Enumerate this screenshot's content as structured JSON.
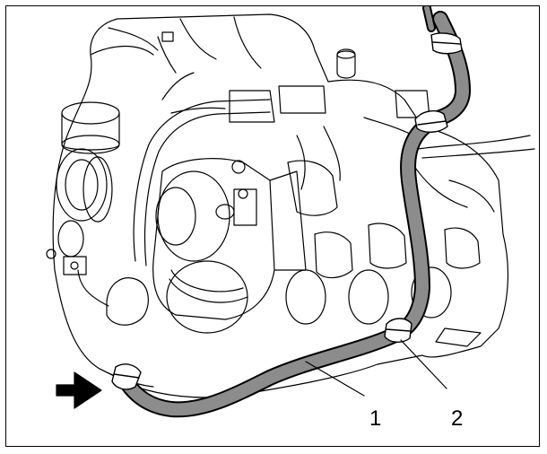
{
  "illustration": {
    "colors": {
      "line": "#000000",
      "hose_fill": "#8c8c8c",
      "background": "#ffffff"
    },
    "callouts": [
      {
        "number": "1",
        "label_text": "1"
      },
      {
        "number": "2",
        "label_text": "2"
      }
    ],
    "arrow_icon": "arrow-right-icon"
  }
}
